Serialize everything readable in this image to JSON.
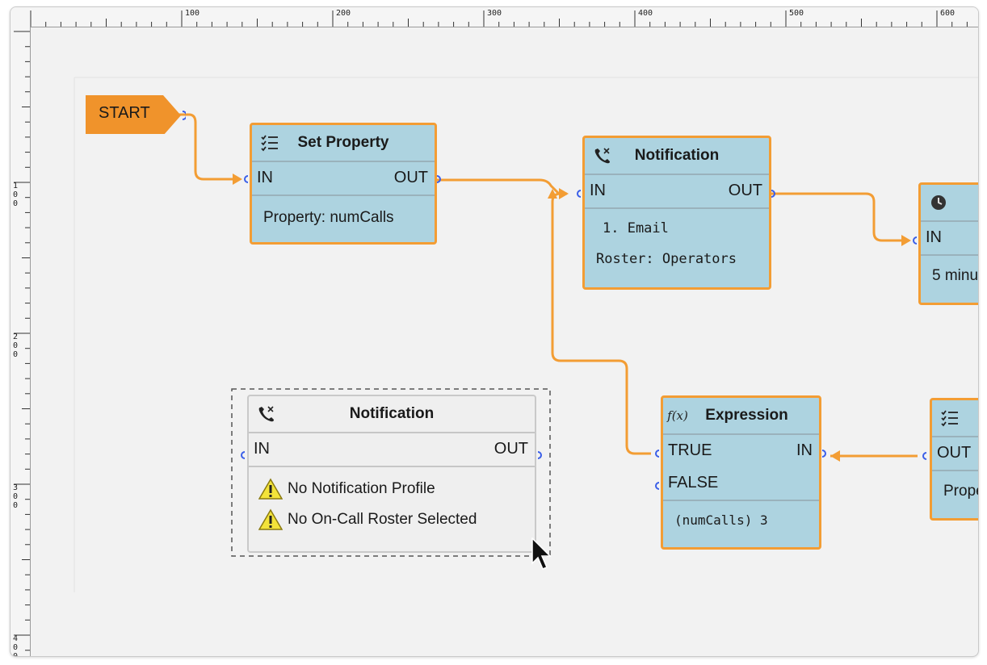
{
  "ruler": {
    "top": [
      "100",
      "200",
      "300",
      "400",
      "500",
      "600"
    ],
    "left": [
      "100",
      "200",
      "300",
      "400"
    ]
  },
  "start": {
    "label": "START"
  },
  "nodes": {
    "set_property_1": {
      "title": "Set Property",
      "in": "IN",
      "out": "OUT",
      "body": [
        "Property: numCalls"
      ],
      "icon": "list-icon"
    },
    "notification_1": {
      "title": "Notification",
      "in": "IN",
      "out": "OUT",
      "body": [
        "1. Email",
        "Roster: Operators"
      ],
      "icon": "phone-icon"
    },
    "delay_partial": {
      "in": "IN",
      "body": [
        "5 minu"
      ],
      "icon": "clock-icon"
    },
    "notification_2": {
      "title": "Notification",
      "in": "IN",
      "out": "OUT",
      "warnings": [
        "No Notification Profile",
        "No On-Call Roster Selected"
      ],
      "icon": "phone-icon"
    },
    "expression": {
      "title": "Expression",
      "icon_label": "f(x)",
      "true": "TRUE",
      "false": "FALSE",
      "in": "IN",
      "body": [
        "(numCalls) 3"
      ]
    },
    "set_property_2": {
      "title": "S",
      "out": "OUT",
      "body": [
        "Prope"
      ],
      "icon": "list-icon"
    }
  },
  "colors": {
    "node_fill": "#add3e0",
    "node_border": "#f39d34",
    "wire": "#f39d34",
    "start_fill": "#f0932b",
    "port_ring": "#3a5ee8",
    "disabled_fill": "#efefef"
  }
}
